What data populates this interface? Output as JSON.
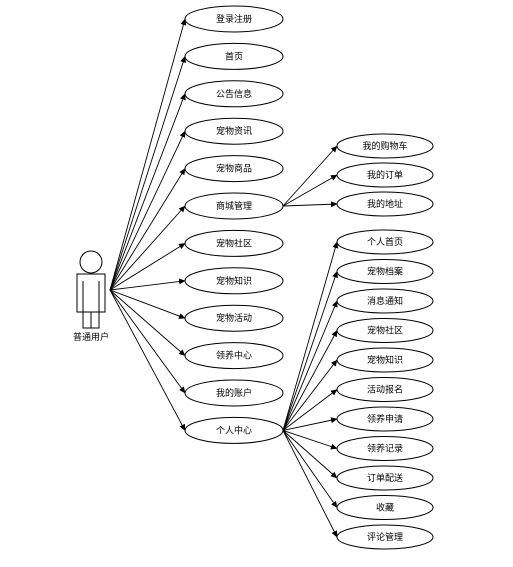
{
  "diagram": {
    "actor": {
      "label": "普通用户"
    },
    "primary_use_cases": [
      "登录注册",
      "首页",
      "公告信息",
      "宠物资讯",
      "宠物商品",
      "商城管理",
      "宠物社区",
      "宠物知识",
      "宠物活动",
      "领养中心",
      "我的账户",
      "个人中心"
    ],
    "shop_submenu": [
      "我的购物车",
      "我的订单",
      "我的地址"
    ],
    "personal_submenu": [
      "个人首页",
      "宠物档案",
      "消息通知",
      "宠物社区",
      "宠物知识",
      "活动报名",
      "领养申请",
      "领养记录",
      "订单配送",
      "收藏",
      "评论管理"
    ],
    "colors": {
      "line": "#000000",
      "fill": "#ffffff"
    }
  }
}
